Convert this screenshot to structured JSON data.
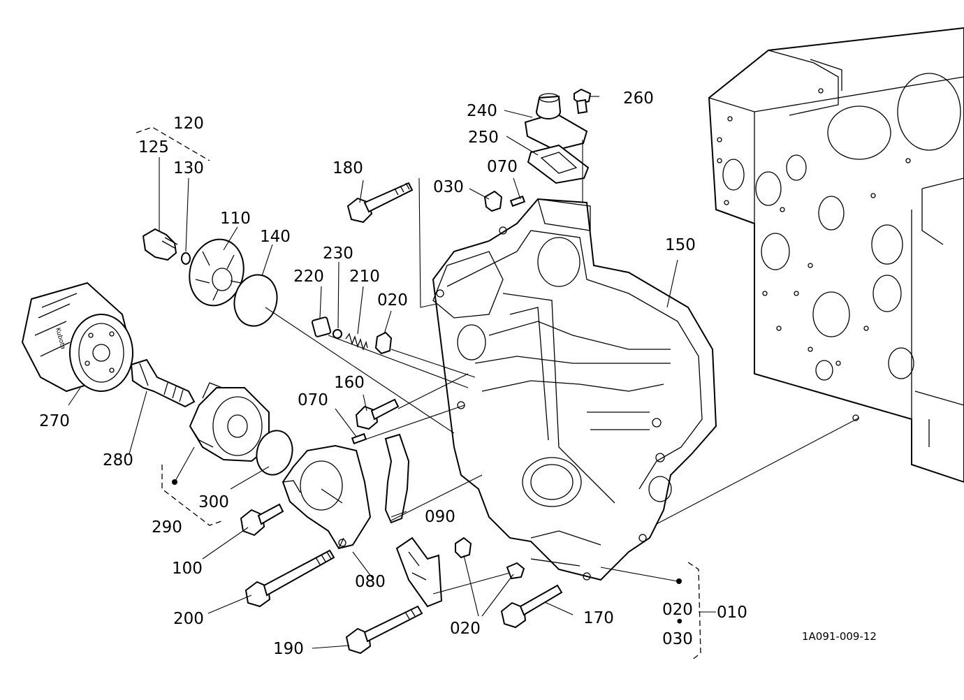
{
  "callouts": {
    "c120": "120",
    "c125": "125",
    "c130": "130",
    "c110": "110",
    "c140": "140",
    "c270": "270",
    "c280": "280",
    "c290": "290",
    "c300": "300",
    "c100": "100",
    "c200": "200",
    "c190": "190",
    "c180": "180",
    "c230": "230",
    "c220": "220",
    "c210": "210",
    "c020a": "020",
    "c160": "160",
    "c070a": "070",
    "c090": "090",
    "c080": "080",
    "c020b": "020",
    "c170": "170",
    "c240": "240",
    "c250": "250",
    "c260": "260",
    "c070b": "070",
    "c030a": "030",
    "c150": "150",
    "c020c": "020",
    "c030b": "030",
    "c010": "010",
    "dot": "•"
  },
  "drawing_code": "1A091-009-12",
  "filter_brand": "Kubota",
  "ink_color": "#000000",
  "paper_color": "#ffffff"
}
